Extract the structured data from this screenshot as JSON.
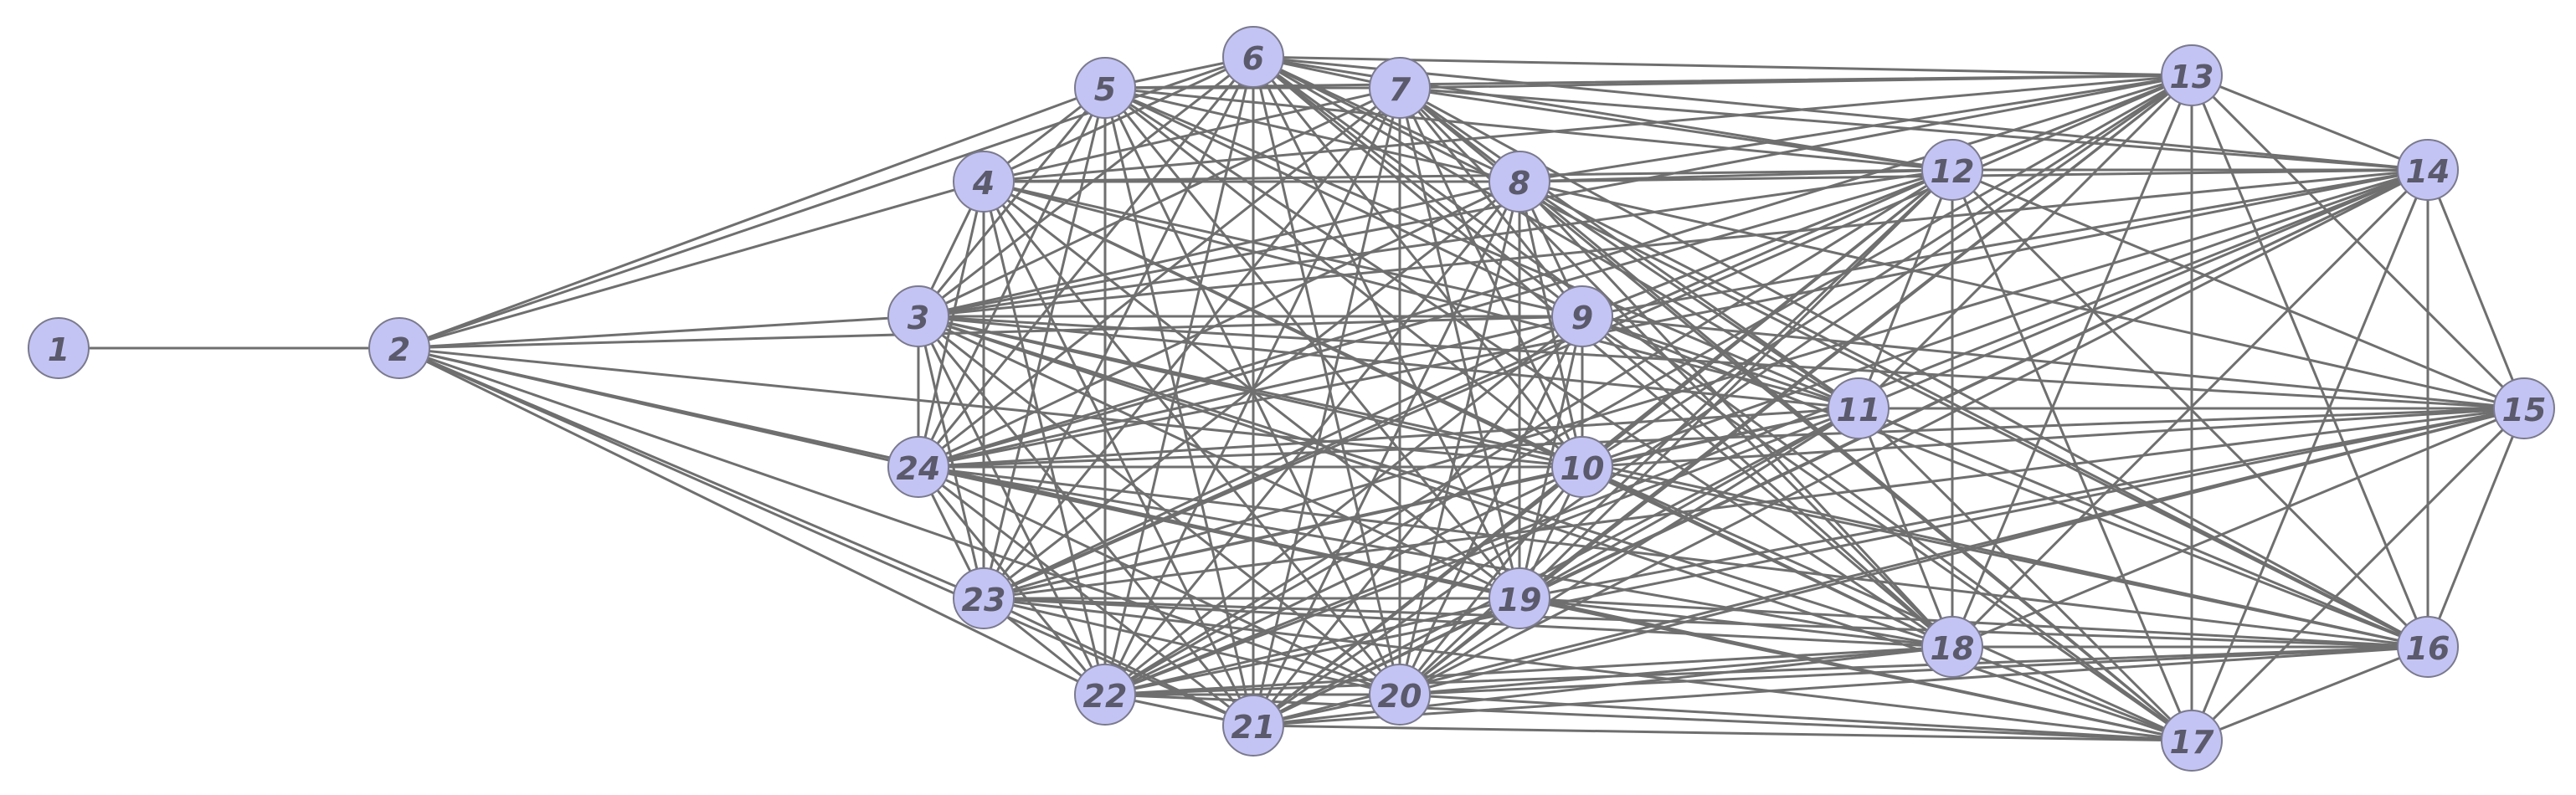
{
  "graph": {
    "nodes": [
      {
        "id": "1",
        "label": "1"
      },
      {
        "id": "2",
        "label": "2"
      },
      {
        "id": "3",
        "label": "3"
      },
      {
        "id": "4",
        "label": "4"
      },
      {
        "id": "5",
        "label": "5"
      },
      {
        "id": "6",
        "label": "6"
      },
      {
        "id": "7",
        "label": "7"
      },
      {
        "id": "8",
        "label": "8"
      },
      {
        "id": "9",
        "label": "9"
      },
      {
        "id": "10",
        "label": "10"
      },
      {
        "id": "11",
        "label": "11"
      },
      {
        "id": "12",
        "label": "12"
      },
      {
        "id": "13",
        "label": "13"
      },
      {
        "id": "14",
        "label": "14"
      },
      {
        "id": "15",
        "label": "15"
      },
      {
        "id": "16",
        "label": "16"
      },
      {
        "id": "17",
        "label": "17"
      },
      {
        "id": "18",
        "label": "18"
      },
      {
        "id": "19",
        "label": "19"
      },
      {
        "id": "20",
        "label": "20"
      },
      {
        "id": "21",
        "label": "21"
      },
      {
        "id": "22",
        "label": "22"
      },
      {
        "id": "23",
        "label": "23"
      },
      {
        "id": "24",
        "label": "24"
      }
    ],
    "edges": [
      [
        "1",
        "2"
      ],
      [
        "2",
        "3"
      ],
      [
        "2",
        "4"
      ],
      [
        "2",
        "5"
      ],
      [
        "2",
        "6"
      ],
      [
        "2",
        "9"
      ],
      [
        "2",
        "10"
      ],
      [
        "2",
        "19"
      ],
      [
        "2",
        "20"
      ],
      [
        "2",
        "21"
      ],
      [
        "2",
        "22"
      ],
      [
        "2",
        "23"
      ],
      [
        "2",
        "24"
      ],
      [
        "3",
        "4"
      ],
      [
        "3",
        "5"
      ],
      [
        "3",
        "6"
      ],
      [
        "3",
        "7"
      ],
      [
        "3",
        "8"
      ],
      [
        "3",
        "9"
      ],
      [
        "3",
        "10"
      ],
      [
        "3",
        "11"
      ],
      [
        "3",
        "12"
      ],
      [
        "3",
        "13"
      ],
      [
        "3",
        "14"
      ],
      [
        "3",
        "15"
      ],
      [
        "3",
        "16"
      ],
      [
        "3",
        "17"
      ],
      [
        "3",
        "18"
      ],
      [
        "3",
        "19"
      ],
      [
        "3",
        "20"
      ],
      [
        "3",
        "21"
      ],
      [
        "3",
        "22"
      ],
      [
        "3",
        "23"
      ],
      [
        "3",
        "24"
      ],
      [
        "4",
        "5"
      ],
      [
        "4",
        "6"
      ],
      [
        "4",
        "7"
      ],
      [
        "4",
        "8"
      ],
      [
        "4",
        "9"
      ],
      [
        "4",
        "10"
      ],
      [
        "4",
        "11"
      ],
      [
        "4",
        "12"
      ],
      [
        "4",
        "13"
      ],
      [
        "4",
        "18"
      ],
      [
        "4",
        "19"
      ],
      [
        "4",
        "20"
      ],
      [
        "4",
        "21"
      ],
      [
        "4",
        "22"
      ],
      [
        "4",
        "23"
      ],
      [
        "4",
        "24"
      ],
      [
        "5",
        "6"
      ],
      [
        "5",
        "7"
      ],
      [
        "5",
        "8"
      ],
      [
        "5",
        "9"
      ],
      [
        "5",
        "10"
      ],
      [
        "5",
        "11"
      ],
      [
        "5",
        "12"
      ],
      [
        "5",
        "13"
      ],
      [
        "5",
        "18"
      ],
      [
        "5",
        "19"
      ],
      [
        "5",
        "20"
      ],
      [
        "5",
        "21"
      ],
      [
        "5",
        "22"
      ],
      [
        "5",
        "23"
      ],
      [
        "5",
        "24"
      ],
      [
        "6",
        "7"
      ],
      [
        "6",
        "8"
      ],
      [
        "6",
        "9"
      ],
      [
        "6",
        "10"
      ],
      [
        "6",
        "11"
      ],
      [
        "6",
        "12"
      ],
      [
        "6",
        "13"
      ],
      [
        "6",
        "14"
      ],
      [
        "6",
        "16"
      ],
      [
        "6",
        "17"
      ],
      [
        "6",
        "18"
      ],
      [
        "6",
        "19"
      ],
      [
        "6",
        "20"
      ],
      [
        "6",
        "21"
      ],
      [
        "6",
        "22"
      ],
      [
        "6",
        "23"
      ],
      [
        "6",
        "24"
      ],
      [
        "7",
        "8"
      ],
      [
        "7",
        "9"
      ],
      [
        "7",
        "10"
      ],
      [
        "7",
        "11"
      ],
      [
        "7",
        "12"
      ],
      [
        "7",
        "13"
      ],
      [
        "7",
        "14"
      ],
      [
        "7",
        "16"
      ],
      [
        "7",
        "17"
      ],
      [
        "7",
        "18"
      ],
      [
        "7",
        "19"
      ],
      [
        "7",
        "20"
      ],
      [
        "7",
        "21"
      ],
      [
        "7",
        "22"
      ],
      [
        "7",
        "23"
      ],
      [
        "7",
        "24"
      ],
      [
        "8",
        "9"
      ],
      [
        "8",
        "10"
      ],
      [
        "8",
        "11"
      ],
      [
        "8",
        "12"
      ],
      [
        "8",
        "13"
      ],
      [
        "8",
        "14"
      ],
      [
        "8",
        "15"
      ],
      [
        "8",
        "16"
      ],
      [
        "8",
        "17"
      ],
      [
        "8",
        "18"
      ],
      [
        "8",
        "19"
      ],
      [
        "8",
        "20"
      ],
      [
        "8",
        "21"
      ],
      [
        "8",
        "22"
      ],
      [
        "8",
        "23"
      ],
      [
        "8",
        "24"
      ],
      [
        "9",
        "10"
      ],
      [
        "9",
        "11"
      ],
      [
        "9",
        "12"
      ],
      [
        "9",
        "13"
      ],
      [
        "9",
        "14"
      ],
      [
        "9",
        "15"
      ],
      [
        "9",
        "16"
      ],
      [
        "9",
        "17"
      ],
      [
        "9",
        "18"
      ],
      [
        "9",
        "19"
      ],
      [
        "9",
        "20"
      ],
      [
        "9",
        "21"
      ],
      [
        "9",
        "22"
      ],
      [
        "9",
        "23"
      ],
      [
        "9",
        "24"
      ],
      [
        "10",
        "11"
      ],
      [
        "10",
        "12"
      ],
      [
        "10",
        "13"
      ],
      [
        "10",
        "14"
      ],
      [
        "10",
        "15"
      ],
      [
        "10",
        "16"
      ],
      [
        "10",
        "17"
      ],
      [
        "10",
        "18"
      ],
      [
        "10",
        "19"
      ],
      [
        "10",
        "20"
      ],
      [
        "10",
        "21"
      ],
      [
        "10",
        "22"
      ],
      [
        "10",
        "23"
      ],
      [
        "10",
        "24"
      ],
      [
        "11",
        "12"
      ],
      [
        "11",
        "13"
      ],
      [
        "11",
        "14"
      ],
      [
        "11",
        "15"
      ],
      [
        "11",
        "16"
      ],
      [
        "11",
        "17"
      ],
      [
        "11",
        "18"
      ],
      [
        "11",
        "19"
      ],
      [
        "11",
        "20"
      ],
      [
        "11",
        "21"
      ],
      [
        "11",
        "22"
      ],
      [
        "11",
        "23"
      ],
      [
        "11",
        "24"
      ],
      [
        "12",
        "13"
      ],
      [
        "12",
        "14"
      ],
      [
        "12",
        "15"
      ],
      [
        "12",
        "16"
      ],
      [
        "12",
        "17"
      ],
      [
        "12",
        "18"
      ],
      [
        "12",
        "19"
      ],
      [
        "12",
        "20"
      ],
      [
        "12",
        "21"
      ],
      [
        "12",
        "22"
      ],
      [
        "12",
        "23"
      ],
      [
        "12",
        "24"
      ],
      [
        "13",
        "14"
      ],
      [
        "13",
        "15"
      ],
      [
        "13",
        "16"
      ],
      [
        "13",
        "17"
      ],
      [
        "13",
        "18"
      ],
      [
        "13",
        "19"
      ],
      [
        "13",
        "20"
      ],
      [
        "13",
        "21"
      ],
      [
        "13",
        "22"
      ],
      [
        "13",
        "23"
      ],
      [
        "13",
        "24"
      ],
      [
        "14",
        "15"
      ],
      [
        "14",
        "16"
      ],
      [
        "14",
        "17"
      ],
      [
        "14",
        "18"
      ],
      [
        "14",
        "19"
      ],
      [
        "14",
        "20"
      ],
      [
        "14",
        "21"
      ],
      [
        "14",
        "22"
      ],
      [
        "14",
        "23"
      ],
      [
        "14",
        "24"
      ],
      [
        "15",
        "16"
      ],
      [
        "15",
        "17"
      ],
      [
        "15",
        "18"
      ],
      [
        "15",
        "19"
      ],
      [
        "15",
        "20"
      ],
      [
        "15",
        "21"
      ],
      [
        "15",
        "22"
      ],
      [
        "15",
        "23"
      ],
      [
        "15",
        "24"
      ],
      [
        "16",
        "17"
      ],
      [
        "16",
        "18"
      ],
      [
        "16",
        "19"
      ],
      [
        "16",
        "20"
      ],
      [
        "16",
        "21"
      ],
      [
        "16",
        "22"
      ],
      [
        "16",
        "23"
      ],
      [
        "16",
        "24"
      ],
      [
        "17",
        "18"
      ],
      [
        "17",
        "19"
      ],
      [
        "17",
        "20"
      ],
      [
        "17",
        "21"
      ],
      [
        "17",
        "22"
      ],
      [
        "17",
        "23"
      ],
      [
        "17",
        "24"
      ],
      [
        "18",
        "19"
      ],
      [
        "18",
        "20"
      ],
      [
        "18",
        "21"
      ],
      [
        "18",
        "22"
      ],
      [
        "18",
        "23"
      ],
      [
        "18",
        "24"
      ],
      [
        "19",
        "20"
      ],
      [
        "19",
        "21"
      ],
      [
        "19",
        "22"
      ],
      [
        "19",
        "23"
      ],
      [
        "19",
        "24"
      ],
      [
        "20",
        "21"
      ],
      [
        "20",
        "22"
      ],
      [
        "20",
        "23"
      ],
      [
        "20",
        "24"
      ],
      [
        "21",
        "22"
      ],
      [
        "21",
        "23"
      ],
      [
        "21",
        "24"
      ],
      [
        "22",
        "23"
      ],
      [
        "22",
        "24"
      ],
      [
        "23",
        "24"
      ]
    ]
  },
  "colors": {
    "node_fill": "#c4c4f4",
    "node_stroke": "#7a7a8e",
    "node_label": "#5a5a6c",
    "edge": "#6f6f6f",
    "background": "#ffffff"
  }
}
